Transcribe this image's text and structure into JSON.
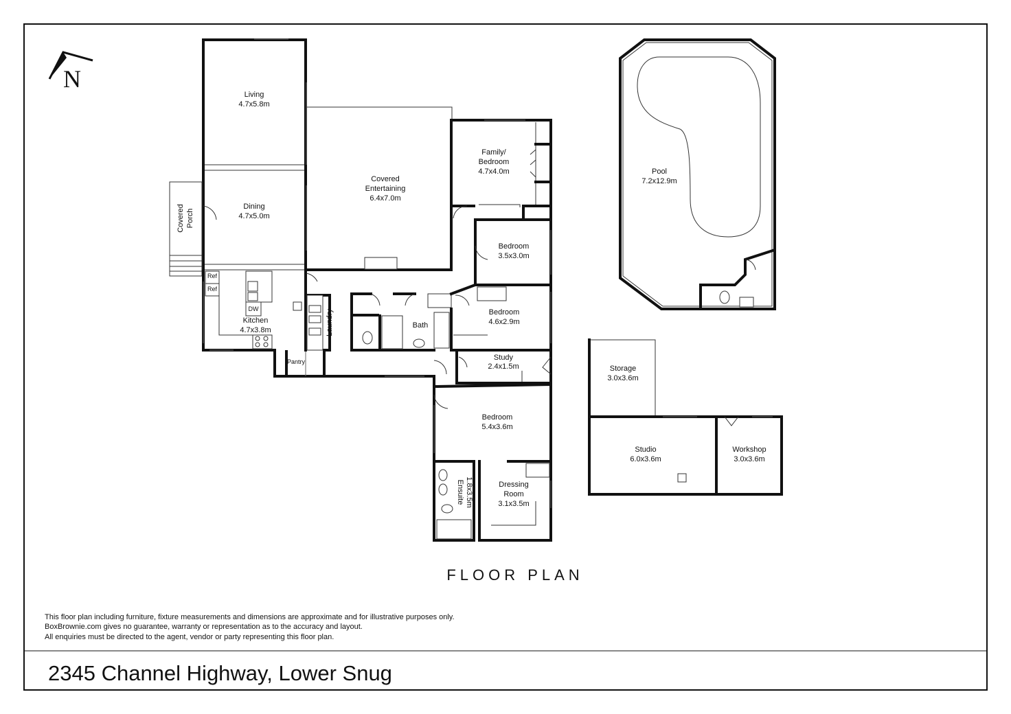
{
  "compass": {
    "letter": "N",
    "icon": "north-arrow-icon"
  },
  "rooms": [
    {
      "id": "living",
      "name": "Living",
      "size": "4.7x5.8m"
    },
    {
      "id": "dining",
      "name": "Dining",
      "size": "4.7x5.0m"
    },
    {
      "id": "covered-porch",
      "name_line1": "Covered",
      "name_line2": "Porch"
    },
    {
      "id": "covered-entertaining",
      "name_line1": "Covered",
      "name_line2": "Entertaining",
      "size": "6.4x7.0m"
    },
    {
      "id": "family-bedroom",
      "name_line1": "Family/",
      "name_line2": "Bedroom",
      "size": "4.7x4.0m"
    },
    {
      "id": "bedroom-2",
      "name": "Bedroom",
      "size": "3.5x3.0m"
    },
    {
      "id": "bedroom-3",
      "name": "Bedroom",
      "size": "4.6x2.9m"
    },
    {
      "id": "kitchen",
      "name": "Kitchen",
      "size": "4.7x3.8m"
    },
    {
      "id": "laundry",
      "name": "Laundry"
    },
    {
      "id": "bath",
      "name": "Bath"
    },
    {
      "id": "pantry",
      "name": "Pantry"
    },
    {
      "id": "study",
      "name": "Study",
      "size": "2.4x1.5m"
    },
    {
      "id": "bedroom-main",
      "name": "Bedroom",
      "size": "5.4x3.6m"
    },
    {
      "id": "ensuite",
      "name": "Ensuite",
      "size": "1.8x3.5m"
    },
    {
      "id": "dressing-room",
      "name_line1": "Dressing",
      "name_line2": "Room",
      "size": "3.1x3.5m"
    },
    {
      "id": "pool",
      "name": "Pool",
      "size": "7.2x12.9m"
    },
    {
      "id": "storage",
      "name": "Storage",
      "size": "3.0x3.6m"
    },
    {
      "id": "studio",
      "name": "Studio",
      "size": "6.0x3.6m"
    },
    {
      "id": "workshop",
      "name": "Workshop",
      "size": "3.0x3.6m"
    }
  ],
  "fixtures": {
    "ref": "Ref",
    "dw": "DW"
  },
  "heading": "FLOOR PLAN",
  "disclaimer": [
    "This floor plan including furniture, fixture measurements and dimensions are approximate and for illustrative purposes only.",
    "BoxBrownie.com gives no guarantee, warranty or representation as to the accuracy and layout.",
    "All enquiries must be directed to the agent, vendor or party representing this floor plan."
  ],
  "address": "2345 Channel Highway, Lower Snug",
  "colors": {
    "line": "#111111",
    "background": "#ffffff"
  }
}
